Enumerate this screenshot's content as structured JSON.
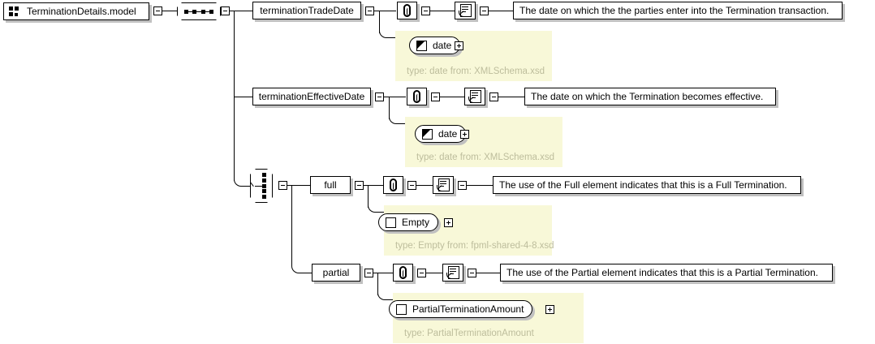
{
  "diagram": {
    "title": "TerminationDetails.model",
    "root": {
      "label": "TerminationDetails.model",
      "icon": "model-icon",
      "compositor": "sequence"
    },
    "rows": [
      {
        "id": "terminationTradeDate",
        "element_label": "terminationTradeDate",
        "annotation_icon": "paperclip-icon",
        "documentation_icon": "document-scroll-icon",
        "documentation": "The date on which the the parties enter into the Termination transaction.",
        "type_capsule": "date",
        "type_icon": "pencil-icon",
        "type_note": "type: date from: XMLSchema.xsd"
      },
      {
        "id": "terminationEffectiveDate",
        "element_label": "terminationEffectiveDate",
        "annotation_icon": "paperclip-icon",
        "documentation_icon": "document-scroll-icon",
        "documentation": "The date on which the Termination becomes effective.",
        "type_capsule": "date",
        "type_icon": "pencil-icon",
        "type_note": "type: date from: XMLSchema.xsd"
      },
      {
        "id": "full",
        "element_label": "full",
        "annotation_icon": "paperclip-icon",
        "documentation_icon": "document-scroll-icon",
        "documentation": "The use of the Full element indicates that this is a Full Termination.",
        "type_capsule": "Empty",
        "type_icon": "square-icon",
        "type_note": "type: Empty from: fpml-shared-4-8.xsd"
      },
      {
        "id": "partial",
        "element_label": "partial",
        "annotation_icon": "paperclip-icon",
        "documentation_icon": "document-scroll-icon",
        "documentation": "The use of the Partial element indicates that this is a Partial Termination.",
        "type_capsule": "PartialTerminationAmount",
        "type_icon": "square-icon",
        "type_note": "type: PartialTerminationAmount"
      }
    ],
    "choice_group": {
      "compositor": "choice",
      "members": [
        "full",
        "partial"
      ]
    },
    "toggles": {
      "collapse": "-",
      "expand": "+"
    },
    "colors": {
      "background": "#ffffff",
      "line": "#000000",
      "shadow": "#c0c0c0",
      "type_panel": "#f8f8d8",
      "type_note_text": "#bdbd9c"
    }
  }
}
